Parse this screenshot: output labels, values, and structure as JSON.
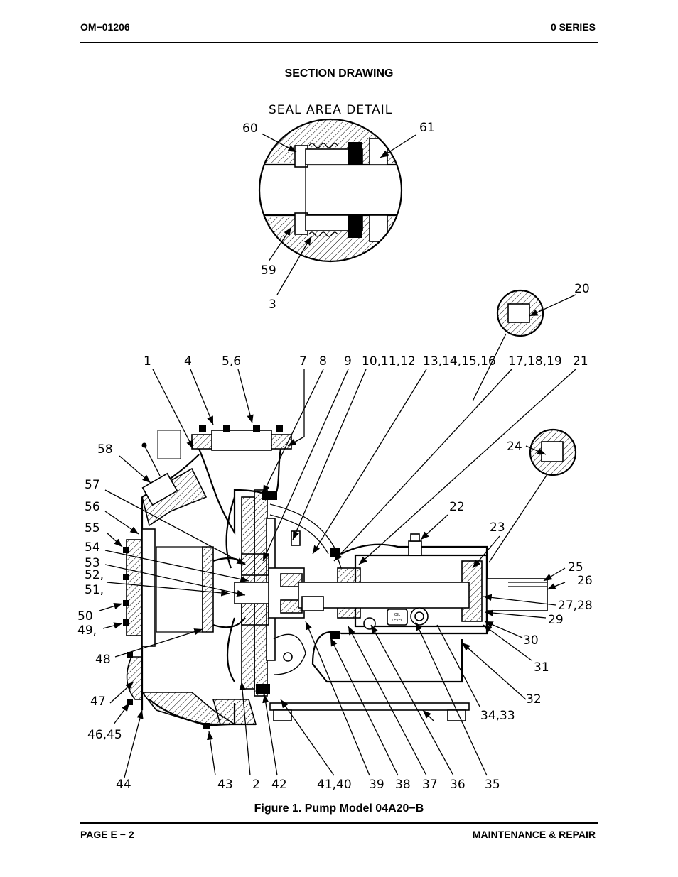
{
  "header": {
    "doc_number": "OM−01206",
    "series": "0 SERIES"
  },
  "section_title": "SECTION DRAWING",
  "detail_title": "SEAL AREA DETAIL",
  "callouts": {
    "c60": "60",
    "c61": "61",
    "c59": "59",
    "c3": "3",
    "c20": "20",
    "c24": "24",
    "c1": "1",
    "c4": "4",
    "c5_6": "5,6",
    "c7": "7",
    "c8": "8",
    "c9": "9",
    "c10_12": "10,11,12",
    "c13_16": "13,14,15,16",
    "c17_19": "17,18,19",
    "c21": "21",
    "c58": "58",
    "c57": "57",
    "c56": "56",
    "c55": "55",
    "c54": "54",
    "c53": "53",
    "c52": "52,",
    "c51": "51,",
    "c50": "50",
    "c49": "49,",
    "c48": "48",
    "c47": "47",
    "c46_45": "46,45",
    "c44": "44",
    "c43": "43",
    "c2": "2",
    "c42": "42",
    "c41_40": "41,40",
    "c39": "39",
    "c38": "38",
    "c37": "37",
    "c36": "36",
    "c35": "35",
    "c34_33": "34,33",
    "c32": "32",
    "c31": "31",
    "c30": "30",
    "c29": "29",
    "c27_28": "27,28",
    "c26": "26",
    "c25": "25",
    "c23": "23",
    "c22": "22"
  },
  "oil_level_label": [
    "OIL",
    "LEVEL"
  ],
  "figure_caption": "Figure 1.  Pump Model 04A20−B",
  "footer": {
    "page": "PAGE E − 2",
    "section": "MAINTENANCE & REPAIR"
  }
}
